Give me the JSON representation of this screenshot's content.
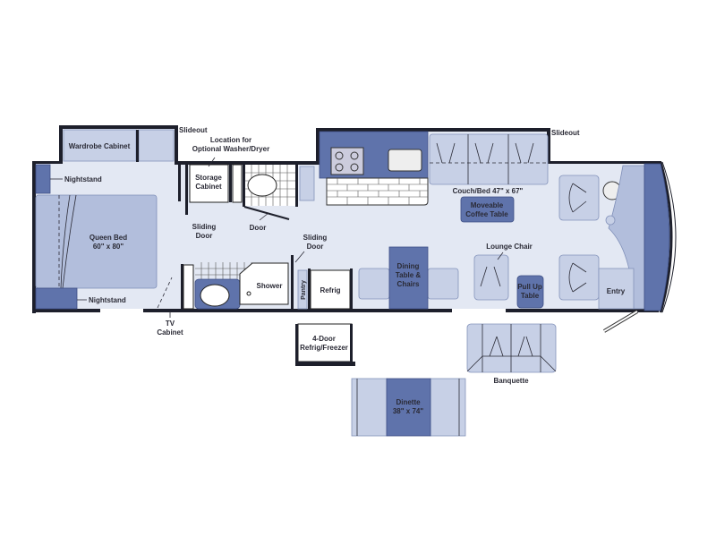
{
  "labels": {
    "slideout_left": "Slideout",
    "slideout_right": "Slideout",
    "wardrobe": "Wardrobe Cabinet",
    "washer_l1": "Location for",
    "washer_l2": "Optional Washer/Dryer",
    "storage_l1": "Storage",
    "storage_l2": "Cabinet",
    "nightstand_top": "Nightstand",
    "nightstand_bottom": "Nightstand",
    "bed_l1": "Queen Bed",
    "bed_l2": "60\" x 80\"",
    "sliding_door_1_l1": "Sliding",
    "sliding_door_1_l2": "Door",
    "door": "Door",
    "sliding_door_2_l1": "Sliding",
    "sliding_door_2_l2": "Door",
    "shower": "Shower",
    "pantry": "Pantry",
    "refrig": "Refrig",
    "tv_l1": "TV",
    "tv_l2": "Cabinet",
    "couch": "Couch/Bed 47\" x 67\"",
    "coffee_l1": "Moveable",
    "coffee_l2": "Coffee Table",
    "dining_l1": "Dining",
    "dining_l2": "Table &",
    "dining_l3": "Chairs",
    "lounge": "Lounge Chair",
    "pullup_l1": "Pull Up",
    "pullup_l2": "Table",
    "entry": "Entry",
    "fridge4_l1": "4-Door",
    "fridge4_l2": "Refrig/Freezer",
    "banquette": "Banquette",
    "dinette_l1": "Dinette",
    "dinette_l2": "38\" x 74\""
  }
}
